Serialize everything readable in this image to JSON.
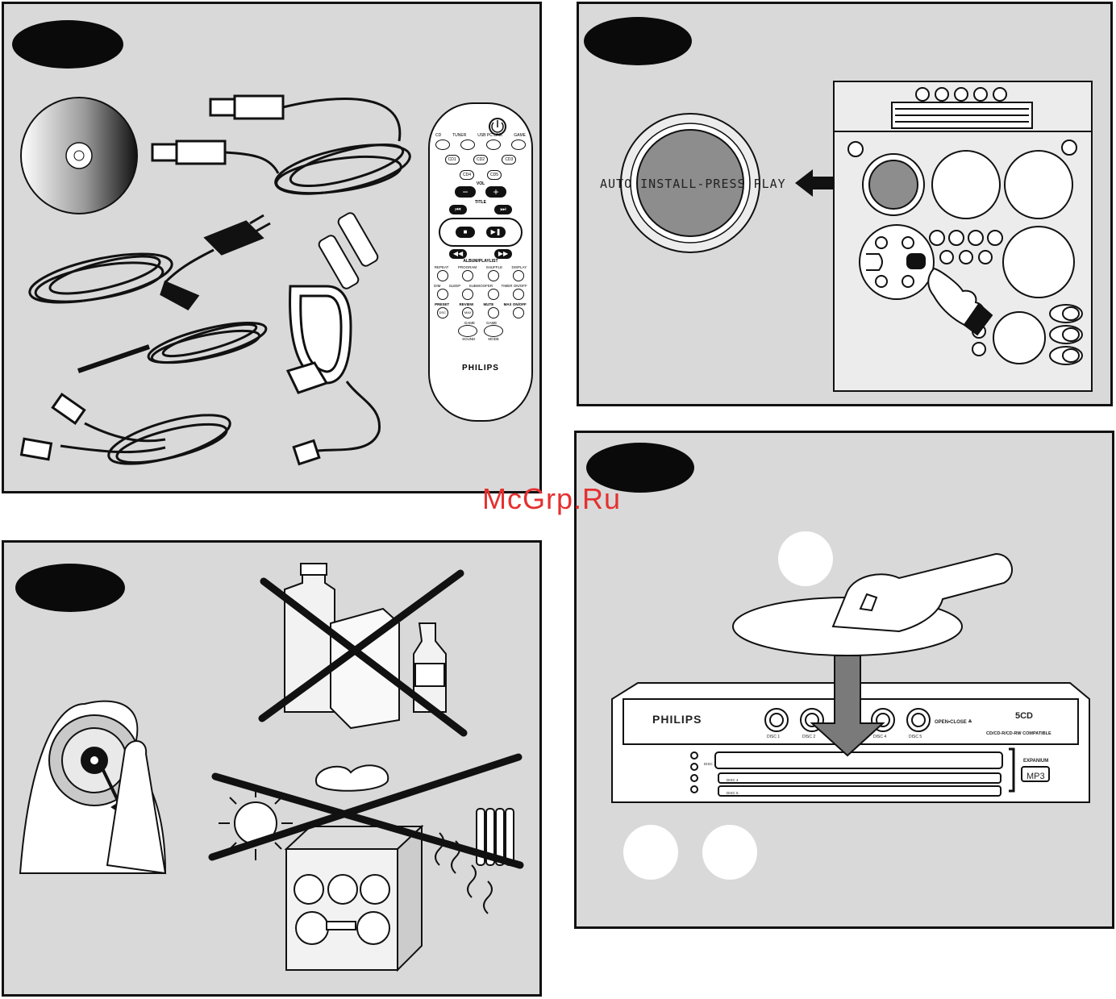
{
  "watermark": "McGrp.Ru",
  "panel_setup": {
    "display_text": "AUTO INSTALL-PRESS PLAY"
  },
  "remote": {
    "brand": "PHILIPS",
    "row1": [
      "CD",
      "TUNER",
      "USB PC LINK",
      "GAME"
    ],
    "row2": [
      "CD1",
      "CD2",
      "CD3"
    ],
    "row3": [
      "CD4",
      "CD5"
    ],
    "vol_label": "VOL",
    "title_label": "TITLE",
    "album_label": "ALBUM/PLAYLIST",
    "row4": [
      "REPEAT",
      "PROGRAM",
      "SHUFFLE",
      "DISPLAY"
    ],
    "row5": [
      "DIM",
      "SLEEP",
      "SUBWOOFER",
      "TIMER ON/OFF"
    ],
    "row6": [
      "PRESET",
      "REVIEW",
      "MUTE",
      "MAX ON/OFF"
    ],
    "row6_btn": [
      "DSC",
      "MAX"
    ],
    "row7": [
      "GAME",
      "GAME"
    ],
    "row7_sub": [
      "SOUND",
      "MODE"
    ]
  },
  "panel_load": {
    "brand": "PHILIPS",
    "disc_labels": [
      "DISC 1",
      "DISC 2",
      "DISC 4",
      "DISC 5"
    ],
    "open_close": "OPEN•CLOSE ≙",
    "badge": "5CD",
    "compat": "CD/CD-R/CD-RW COMPATIBLE",
    "tray_labels": [
      "DISC 1",
      "DISC 4",
      "DISC 5"
    ],
    "expanium": "EXPANIUM",
    "mp3": "MP3"
  }
}
